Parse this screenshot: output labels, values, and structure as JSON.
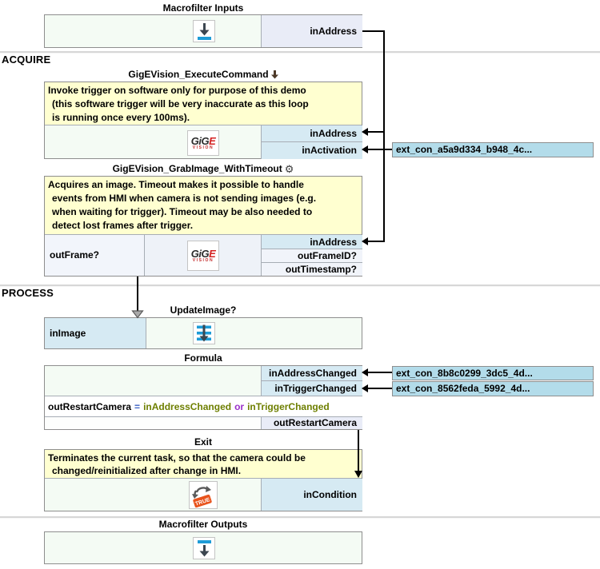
{
  "sections": {
    "acquire_label": "ACQUIRE",
    "process_label": "PROCESS"
  },
  "macro_inputs": {
    "title": "Macrofilter Inputs",
    "port_out": "inAddress"
  },
  "execute_command": {
    "title": "GigEVision_ExecuteCommand",
    "comment_lines": [
      "Invoke trigger on software only for purpose of this demo",
      "(this software trigger will be very inaccurate as this loop",
      "is running once every 100ms)."
    ],
    "port_in_address": "inAddress",
    "port_in_activation": "inActivation"
  },
  "grab_image": {
    "title": "GigEVision_GrabImage_WithTimeout",
    "comment_lines": [
      "Acquires an image. Timeout makes it possible to handle",
      "events from HMI when camera is not sending images (e.g.",
      "when waiting for trigger). Timeout may be also needed to",
      "detect lost frames after trigger."
    ],
    "port_out_frame": "outFrame?",
    "port_in_address": "inAddress",
    "port_out_frame_id": "outFrameID?",
    "port_out_timestamp": "outTimestamp?"
  },
  "update_image": {
    "title": "UpdateImage?",
    "port_in_image": "inImage"
  },
  "formula": {
    "title": "Formula",
    "port_in_address_changed": "inAddressChanged",
    "port_in_trigger_changed": "inTriggerChanged",
    "expression": {
      "lhs": "outRestartCamera",
      "eq": "=",
      "arg1": "inAddressChanged",
      "op": "or",
      "arg2": "inTriggerChanged"
    },
    "port_out_restart": "outRestartCamera"
  },
  "exit_filter": {
    "title": "Exit",
    "comment_lines": [
      "Terminates the current task, so that the camera could be",
      "changed/reinitialized after change in HMI."
    ],
    "port_in_condition": "inCondition"
  },
  "macro_outputs": {
    "title": "Macrofilter Outputs"
  },
  "ext_connections": {
    "activation": "ext_con_a5a9d334_b948_4c...",
    "address_changed": "ext_con_8b8c0299_3dc5_4d...",
    "trigger_changed": "ext_con_8562feda_5992_4d..."
  },
  "icons": {
    "gige_text": "GiG",
    "gige_e": "E",
    "gige_sub": "VISION",
    "exit_tag": "TRUE",
    "gear": "⚙"
  },
  "colors": {
    "accent_blue": "#1e9cd7",
    "port_connected": "#d6eaf3",
    "port_unconnected": "#e9ecf7",
    "ext_connection": "#b3dcea",
    "comment_yellow": "#ffffd0",
    "block_mint": "#f4fbf4",
    "formula_identifier": "#6e7f00",
    "formula_operator": "#9a30c9",
    "formula_equals": "#3b62c4",
    "gige_red": "#d42020",
    "exit_tag_orange": "#e8531c"
  }
}
